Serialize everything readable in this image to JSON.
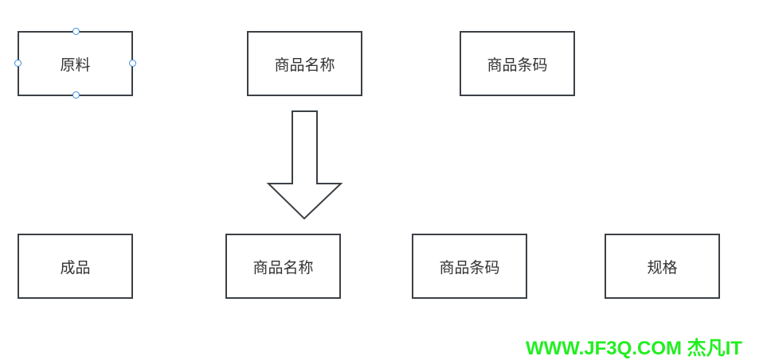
{
  "diagram": {
    "top_row": [
      {
        "label": "原料",
        "selected": true
      },
      {
        "label": "商品名称"
      },
      {
        "label": "商品条码"
      }
    ],
    "bottom_row": [
      {
        "label": "成品"
      },
      {
        "label": "商品名称"
      },
      {
        "label": "商品条码"
      },
      {
        "label": "规格"
      }
    ],
    "arrow": {
      "direction": "down",
      "icon": "down-arrow-icon"
    },
    "colors": {
      "stroke": "#3b4045",
      "selection_handle": "#3d8fe0",
      "watermark": "#22ee22"
    }
  },
  "watermark": {
    "text": "WWW.JF3Q.COM 杰凡IT"
  }
}
